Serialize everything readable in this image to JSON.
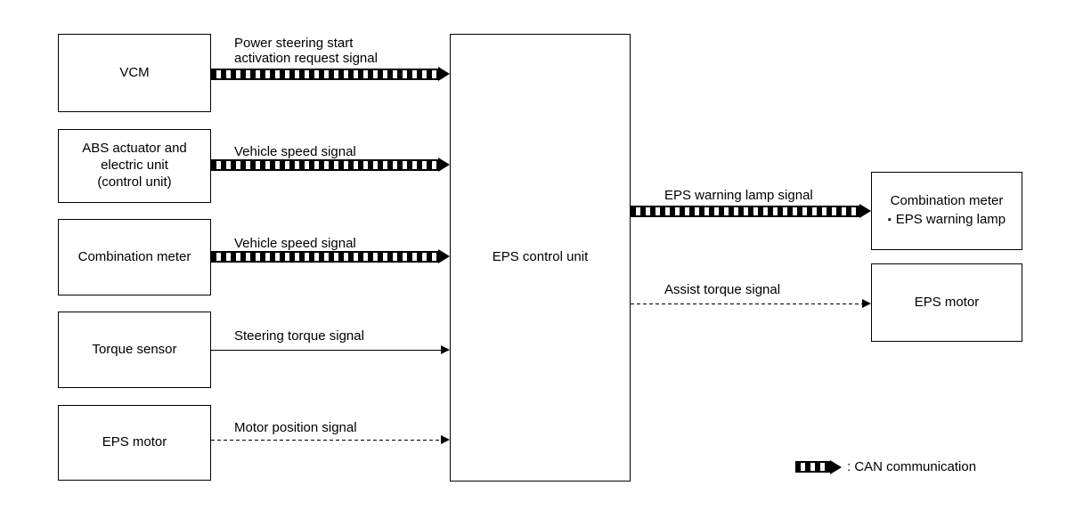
{
  "nodes": {
    "vcm": "VCM",
    "abs_line1": "ABS actuator and",
    "abs_line2": "electric unit",
    "abs_line3": "(control unit)",
    "combination_meter_left": "Combination meter",
    "torque_sensor": "Torque sensor",
    "eps_motor_left": "EPS motor",
    "eps_control_unit": "EPS control unit",
    "combination_meter_right": "Combination meter",
    "eps_warning_bullet": "▪",
    "eps_warning_lamp_item": "EPS warning lamp",
    "eps_motor_right": "EPS motor"
  },
  "signals": {
    "power_steering_line1": "Power steering start",
    "power_steering_line2": "activation request signal",
    "vehicle_speed_abs": "Vehicle speed signal",
    "vehicle_speed_meter": "Vehicle speed signal",
    "steering_torque": "Steering torque signal",
    "motor_position": "Motor position signal",
    "eps_warning": "EPS warning lamp signal",
    "assist_torque": "Assist torque signal"
  },
  "legend": ": CAN communication",
  "colors": {
    "line": "#000000",
    "background": "#ffffff"
  }
}
